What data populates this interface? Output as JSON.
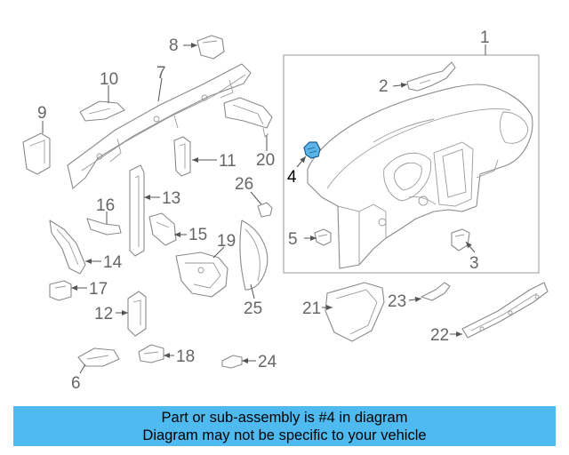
{
  "diagram": {
    "callouts": {
      "c1": "1",
      "c2": "2",
      "c3": "3",
      "c4": "4",
      "c5": "5",
      "c6": "6",
      "c7": "7",
      "c8": "8",
      "c9": "9",
      "c10": "10",
      "c11": "11",
      "c12": "12",
      "c13": "13",
      "c14": "14",
      "c15": "15",
      "c16": "16",
      "c17": "17",
      "c18": "18",
      "c19": "19",
      "c20": "20",
      "c21": "21",
      "c22": "22",
      "c23": "23",
      "c24": "24",
      "c25": "25",
      "c26": "26"
    },
    "highlight_color": "#5ab4e8"
  },
  "banner": {
    "line1": "Part or sub-assembly is #4 in diagram",
    "line2": "Diagram may not be specific to your vehicle",
    "background": "#4fbaf0"
  }
}
